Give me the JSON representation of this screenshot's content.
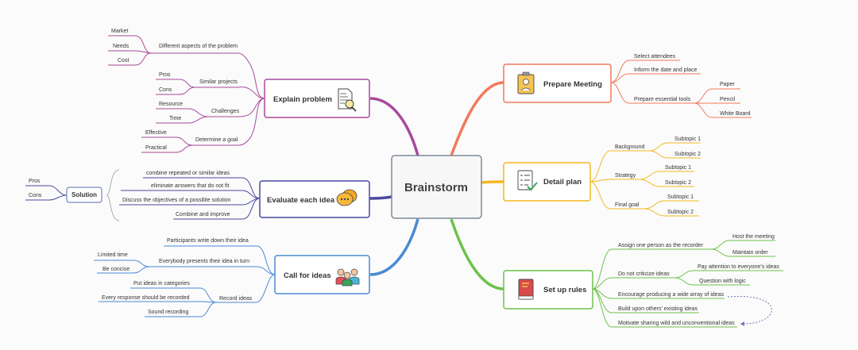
{
  "center": {
    "label": "Brainstorm"
  },
  "colors": {
    "explain": "#a84a9a",
    "evaluate": "#4a4aa0",
    "call": "#4a8ad4",
    "prepare": "#f07a5a",
    "detail": "#f4b820",
    "rules": "#6cc24a",
    "center_border": "#7d8a9a",
    "dotted": "#7c72b8"
  },
  "icons": {
    "explain": "document-magnifier-icon",
    "evaluate": "chat-bubbles-icon",
    "call": "people-icon",
    "prepare": "id-badge-icon",
    "detail": "checklist-icon",
    "rules": "red-book-icon"
  },
  "explain": {
    "label": "Explain problem",
    "aspects": {
      "label": "Different aspects of the problem",
      "items": [
        "Market",
        "Needs",
        "Cost"
      ]
    },
    "similar": {
      "label": "Similar projects",
      "items": [
        "Pros",
        "Cons"
      ]
    },
    "challenges": {
      "label": "Challenges",
      "items": [
        "Resource",
        "Time"
      ]
    },
    "goal": {
      "label": "Determine a goal",
      "items": [
        "Effective",
        "Practical"
      ]
    }
  },
  "evaluate": {
    "label": "Evaluate each idea",
    "items": [
      "combine repeated or similar ideas",
      "eliminate answers that do not fit",
      "Discuss the objectives of a possible solution",
      "Combine and improve"
    ],
    "solution": {
      "label": "Solution",
      "items": [
        "Pros",
        "Cons"
      ]
    }
  },
  "call": {
    "label": "Call for ideas",
    "write": "Participants write down their idea",
    "present": {
      "label": "Everybody presents their idea in turn",
      "items": [
        "Limited time",
        "Be concise"
      ]
    },
    "record": {
      "label": "Record ideas",
      "items": [
        "Put ideas in categories",
        "Every response should be recorded",
        "Sound recording"
      ]
    }
  },
  "prepare": {
    "label": "Prepare Meeting",
    "select": "Select attendees",
    "inform": "Inform the date and place",
    "tools": {
      "label": "Prepare essential tools",
      "items": [
        "Paper",
        "Pencil",
        "White Board"
      ]
    }
  },
  "detail": {
    "label": "Detail plan",
    "background": {
      "label": "Background",
      "items": [
        "Subtopic 1",
        "Subtopic 2"
      ]
    },
    "strategy": {
      "label": "Strategy",
      "items": [
        "Subtopic 1",
        "Subtopic 2"
      ]
    },
    "final": {
      "label": "Final goal",
      "items": [
        "Subtopic 1",
        "Subtopic 2"
      ]
    }
  },
  "rules": {
    "label": "Set up rules",
    "recorder": {
      "label": "Assign one person as the recorder",
      "items": [
        "Host the meeting",
        "Maintain order"
      ]
    },
    "criticize": {
      "label": "Do not criticize ideas",
      "items": [
        "Pay attention to everyone's ideas",
        "Question with logic"
      ]
    },
    "encourage": "Encourage producing a wide array of ideas",
    "build": "Build upon others' existing ideas",
    "motivate": "Motivate sharing wild and unconventional ideas"
  }
}
